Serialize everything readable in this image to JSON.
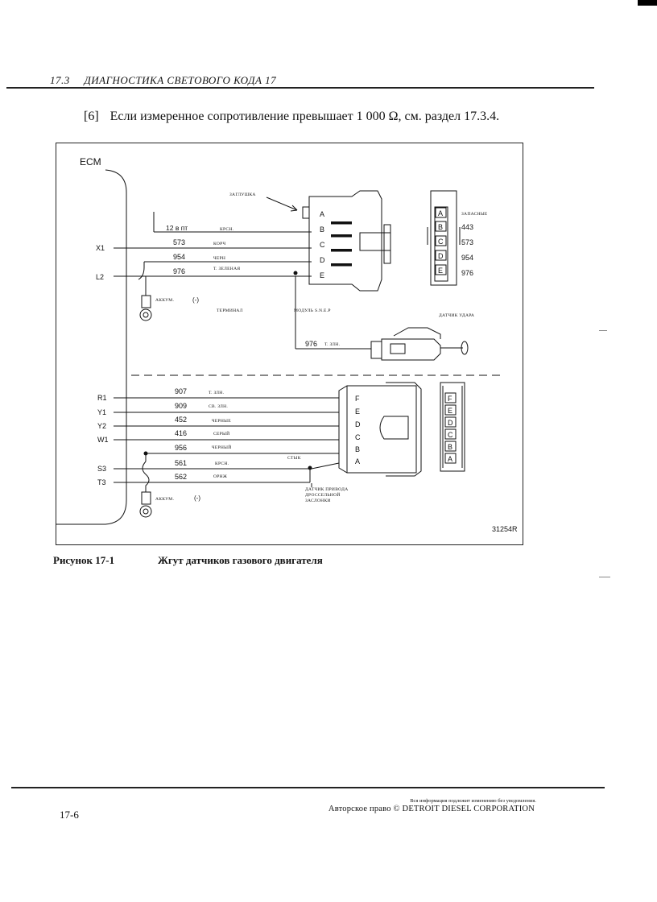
{
  "header": {
    "section_number": "17.3",
    "section_title": "ДИАГНОСТИКА СВЕТОВОГО КОДА 17"
  },
  "step": {
    "index": "[6]",
    "text": "Если измеренное сопротивление превышает 1 000 Ω, см. раздел 17.3.4."
  },
  "diagram": {
    "ecm_label": "ECM",
    "figure_code": "31254R",
    "top_connector_pins": [
      "A",
      "B",
      "C",
      "D",
      "E"
    ],
    "top_spare_pins": [
      "A",
      "B",
      "C",
      "D",
      "E"
    ],
    "spare_label": "ЗАПАСНЫЕ",
    "spare_values": [
      "443",
      "573",
      "954",
      "976"
    ],
    "plug_label": "ЗАГЛУШКА",
    "top_wires": [
      {
        "terminal": "",
        "number": "12 в пт",
        "color": "КРСН."
      },
      {
        "terminal": "X1",
        "number": "573",
        "color": "КОРЧ"
      },
      {
        "terminal": "",
        "number": "954",
        "color": "ЧЕРН"
      },
      {
        "terminal": "L2",
        "number": "976",
        "color": "Т. ЗЕЛЕНАЯ"
      }
    ],
    "ground_label_top": "АККУМ.",
    "ground_sign_top": "(-)",
    "terminal_label": "ТЕРМИНАЛ",
    "module_label": "МОДУЛЬ S.N.E.P",
    "knock_sensor_label": "ДАТЧИК УДАРА",
    "knock_wire": {
      "number": "976",
      "color": "Т. ЗЛН."
    },
    "bottom_wires": [
      {
        "terminal": "R1",
        "number": "907",
        "color": "Т. ЗЛН."
      },
      {
        "terminal": "Y1",
        "number": "909",
        "color": "СВ. ЗЛН."
      },
      {
        "terminal": "Y2",
        "number": "452",
        "color": "ЧЕРНЫЕ"
      },
      {
        "terminal": "W1",
        "number": "416",
        "color": "СЕРЫЙ"
      },
      {
        "terminal": "",
        "number": "956",
        "color": "ЧЕРНЫЙ"
      },
      {
        "terminal": "S3",
        "number": "561",
        "color": "КРСН."
      },
      {
        "terminal": "T3",
        "number": "562",
        "color": "ОРНЖ"
      }
    ],
    "bottom_connector_pins": [
      "F",
      "E",
      "D",
      "C",
      "B",
      "A"
    ],
    "bottom_mating_pins": [
      "F",
      "E",
      "D",
      "C",
      "B",
      "A"
    ],
    "splice_label": "СТЫК",
    "throttle_label": [
      "ДАТЧИК ПРИВОДА",
      "ДРОССЕЛЬНОЙ",
      "ЗАСЛОНКИ"
    ],
    "ground_label_bottom": "АККУМ.",
    "ground_sign_bottom": "(-)"
  },
  "caption": {
    "label": "Рисунок 17-1",
    "title": "Жгут датчиков газового двигателя"
  },
  "footer": {
    "page_number": "17-6",
    "notice": "Вся информация подлежит изменению без уведомления.",
    "copyright": "Авторское право © DETROIT DIESEL CORPORATION"
  }
}
